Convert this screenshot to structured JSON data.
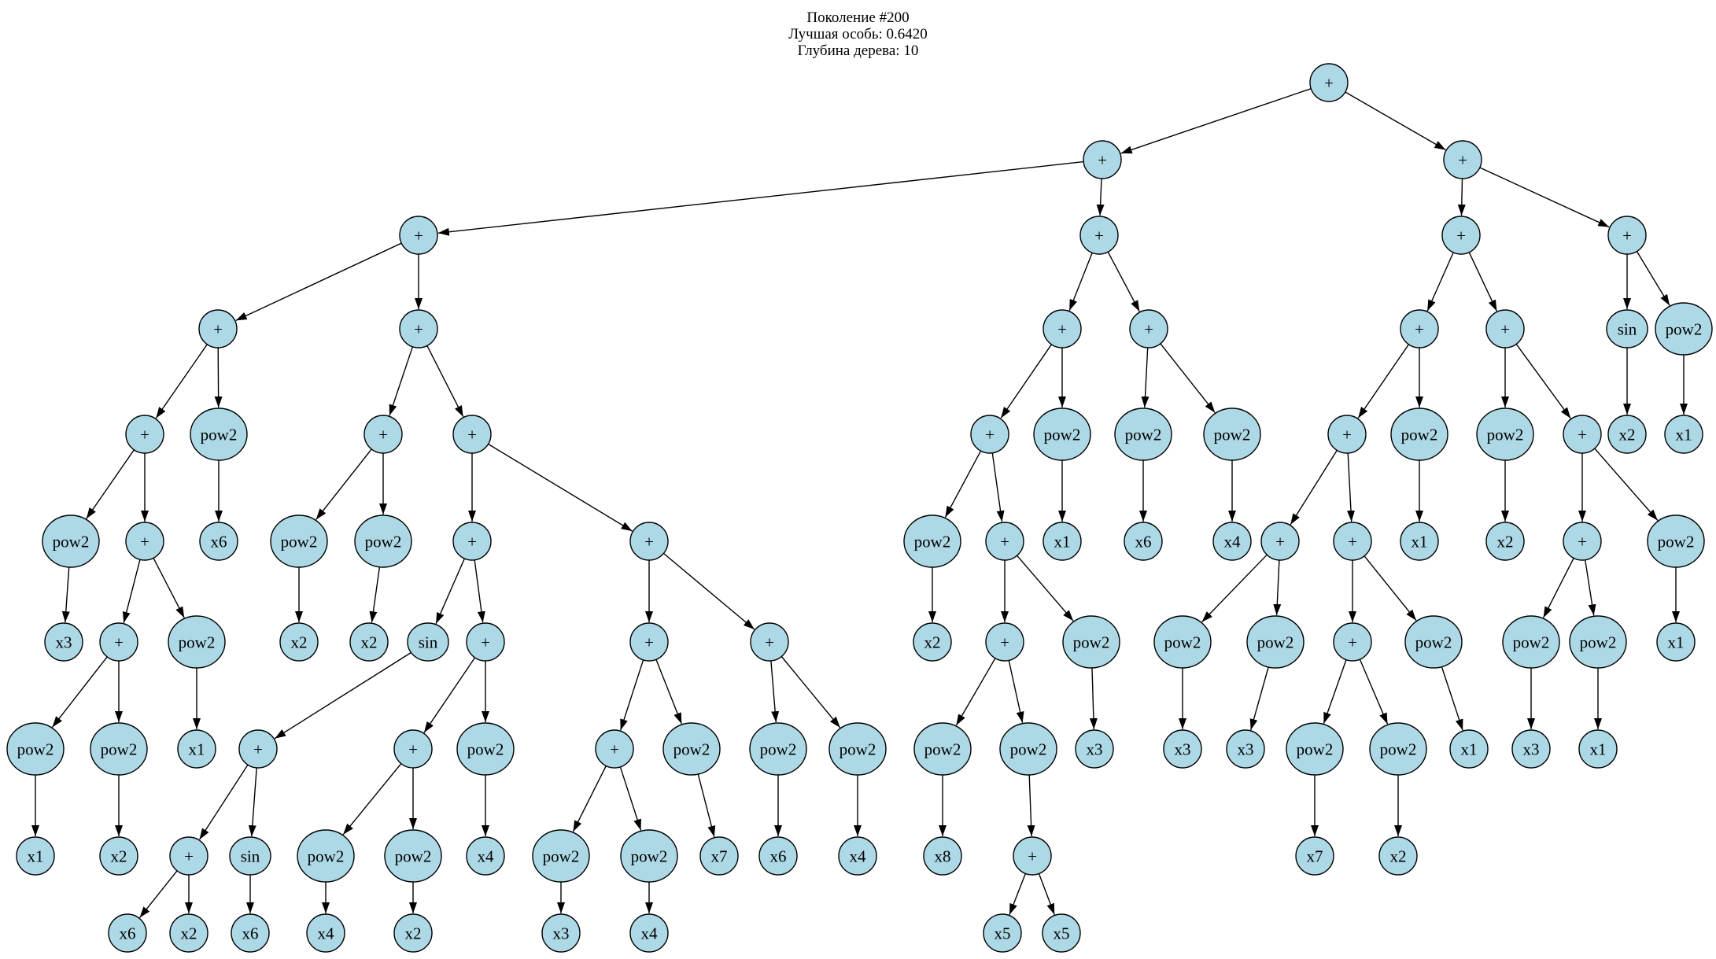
{
  "title": {
    "line1": "Поколение #200",
    "line2": "Лучшая особь: 0.6420",
    "line3": "Глубина дерева: 10"
  },
  "colors": {
    "background": "#ffffff",
    "node_fill": "#add8e6",
    "node_stroke": "#000000",
    "edge": "#000000",
    "text": "#000000"
  },
  "tree": {
    "node_format": [
      "id",
      "label",
      "x",
      "y"
    ],
    "nodes": [
      [
        "n0",
        "+",
        1689,
        105
      ],
      [
        "n1",
        "+",
        1401,
        203
      ],
      [
        "n2",
        "+",
        1859,
        203
      ],
      [
        "n3",
        "+",
        532,
        299
      ],
      [
        "n4",
        "+",
        1397,
        299
      ],
      [
        "n5",
        "+",
        1857,
        299
      ],
      [
        "n6",
        "+",
        2068,
        299
      ],
      [
        "n7",
        "+",
        277,
        418
      ],
      [
        "n8",
        "+",
        532,
        418
      ],
      [
        "n9",
        "+",
        1350,
        418
      ],
      [
        "n10",
        "+",
        1460,
        418
      ],
      [
        "n11",
        "+",
        1804,
        418
      ],
      [
        "n12",
        "+",
        1913,
        418
      ],
      [
        "n13",
        "sin",
        2068,
        418
      ],
      [
        "n14",
        "pow2",
        2140,
        418
      ],
      [
        "n15",
        "+",
        184,
        552
      ],
      [
        "n16",
        "pow2",
        278,
        552
      ],
      [
        "n17",
        "+",
        487,
        552
      ],
      [
        "n18",
        "+",
        600,
        552
      ],
      [
        "n19",
        "+",
        1258,
        552
      ],
      [
        "n20",
        "pow2",
        1350,
        552
      ],
      [
        "n21",
        "pow2",
        1453,
        552
      ],
      [
        "n22",
        "pow2",
        1566,
        552
      ],
      [
        "n23",
        "+",
        1712,
        552
      ],
      [
        "n24",
        "pow2",
        1804,
        552
      ],
      [
        "n25",
        "pow2",
        1913,
        552
      ],
      [
        "n26",
        "+",
        2011,
        552
      ],
      [
        "n27",
        "x2",
        2068,
        552
      ],
      [
        "n28",
        "x1",
        2140,
        552
      ],
      [
        "n29",
        "pow2",
        90,
        688
      ],
      [
        "n30",
        "+",
        184,
        688
      ],
      [
        "n31",
        "x6",
        278,
        688
      ],
      [
        "n32",
        "pow2",
        380,
        688
      ],
      [
        "n33",
        "pow2",
        487,
        688
      ],
      [
        "n34",
        "+",
        600,
        688
      ],
      [
        "n35",
        "+",
        825,
        688
      ],
      [
        "n36",
        "pow2",
        1185,
        688
      ],
      [
        "n37",
        "+",
        1277,
        688
      ],
      [
        "n38",
        "x1",
        1350,
        688
      ],
      [
        "n39",
        "x6",
        1453,
        688
      ],
      [
        "n40",
        "x4",
        1566,
        688
      ],
      [
        "n41",
        "+",
        1627,
        688
      ],
      [
        "n42",
        "+",
        1719,
        688
      ],
      [
        "n43",
        "x1",
        1804,
        688
      ],
      [
        "n44",
        "x2",
        1913,
        688
      ],
      [
        "n45",
        "+",
        2011,
        688
      ],
      [
        "n46",
        "pow2",
        2130,
        688
      ],
      [
        "n47",
        "x3",
        81,
        816
      ],
      [
        "n48",
        "+",
        151,
        816
      ],
      [
        "n49",
        "pow2",
        250,
        816
      ],
      [
        "n50",
        "x2",
        380,
        816
      ],
      [
        "n51",
        "x2",
        469,
        816
      ],
      [
        "n52",
        "sin",
        544,
        816
      ],
      [
        "n53",
        "+",
        617,
        816
      ],
      [
        "n54",
        "+",
        825,
        816
      ],
      [
        "n55",
        "+",
        978,
        816
      ],
      [
        "n56",
        "x2",
        1185,
        816
      ],
      [
        "n57",
        "+",
        1277,
        816
      ],
      [
        "n58",
        "pow2",
        1387,
        816
      ],
      [
        "n59",
        "pow2",
        1503,
        816
      ],
      [
        "n60",
        "pow2",
        1621,
        816
      ],
      [
        "n61",
        "+",
        1719,
        816
      ],
      [
        "n62",
        "pow2",
        1822,
        816
      ],
      [
        "n63",
        "pow2",
        1946,
        816
      ],
      [
        "n64",
        "pow2",
        2031,
        816
      ],
      [
        "n65",
        "x1",
        2130,
        816
      ],
      [
        "n66",
        "pow2",
        45,
        952
      ],
      [
        "n67",
        "pow2",
        151,
        952
      ],
      [
        "n68",
        "x1",
        250,
        952
      ],
      [
        "n69",
        "+",
        328,
        952
      ],
      [
        "n70",
        "+",
        525,
        952
      ],
      [
        "n71",
        "pow2",
        617,
        952
      ],
      [
        "n72",
        "+",
        781,
        952
      ],
      [
        "n73",
        "pow2",
        879,
        952
      ],
      [
        "n74",
        "pow2",
        989,
        952
      ],
      [
        "n75",
        "pow2",
        1090,
        952
      ],
      [
        "n76",
        "pow2",
        1198,
        952
      ],
      [
        "n77",
        "pow2",
        1307,
        952
      ],
      [
        "n78",
        "x3",
        1391,
        952
      ],
      [
        "n79",
        "x3",
        1503,
        952
      ],
      [
        "n80",
        "x3",
        1583,
        952
      ],
      [
        "n81",
        "pow2",
        1671,
        952
      ],
      [
        "n82",
        "pow2",
        1777,
        952
      ],
      [
        "n83",
        "x1",
        1867,
        952
      ],
      [
        "n84",
        "x3",
        1946,
        952
      ],
      [
        "n85",
        "x1",
        2031,
        952
      ],
      [
        "n86",
        "x1",
        45,
        1088
      ],
      [
        "n87",
        "x2",
        151,
        1088
      ],
      [
        "n88",
        "+",
        240,
        1088
      ],
      [
        "n89",
        "sin",
        318,
        1088
      ],
      [
        "n90",
        "pow2",
        414,
        1088
      ],
      [
        "n91",
        "pow2",
        525,
        1088
      ],
      [
        "n92",
        "x4",
        617,
        1088
      ],
      [
        "n93",
        "pow2",
        713,
        1088
      ],
      [
        "n94",
        "pow2",
        825,
        1088
      ],
      [
        "n95",
        "x7",
        914,
        1088
      ],
      [
        "n96",
        "x6",
        989,
        1088
      ],
      [
        "n97",
        "x4",
        1090,
        1088
      ],
      [
        "n98",
        "x8",
        1198,
        1088
      ],
      [
        "n99",
        "+",
        1312,
        1088
      ],
      [
        "n100",
        "x7",
        1671,
        1088
      ],
      [
        "n101",
        "x2",
        1777,
        1088
      ],
      [
        "n102",
        "x6",
        162,
        1186
      ],
      [
        "n103",
        "x2",
        240,
        1186
      ],
      [
        "n104",
        "x6",
        318,
        1186
      ],
      [
        "n105",
        "x4",
        414,
        1186
      ],
      [
        "n106",
        "x2",
        525,
        1186
      ],
      [
        "n107",
        "x3",
        713,
        1186
      ],
      [
        "n108",
        "x4",
        825,
        1186
      ],
      [
        "n109",
        "x5",
        1274,
        1186
      ],
      [
        "n110",
        "x5",
        1349,
        1186
      ]
    ],
    "edges": [
      [
        "n0",
        "n1"
      ],
      [
        "n0",
        "n2"
      ],
      [
        "n1",
        "n3"
      ],
      [
        "n1",
        "n4"
      ],
      [
        "n2",
        "n5"
      ],
      [
        "n2",
        "n6"
      ],
      [
        "n3",
        "n7"
      ],
      [
        "n3",
        "n8"
      ],
      [
        "n4",
        "n9"
      ],
      [
        "n4",
        "n10"
      ],
      [
        "n5",
        "n11"
      ],
      [
        "n5",
        "n12"
      ],
      [
        "n6",
        "n13"
      ],
      [
        "n6",
        "n14"
      ],
      [
        "n7",
        "n15"
      ],
      [
        "n7",
        "n16"
      ],
      [
        "n8",
        "n17"
      ],
      [
        "n8",
        "n18"
      ],
      [
        "n9",
        "n19"
      ],
      [
        "n9",
        "n20"
      ],
      [
        "n10",
        "n21"
      ],
      [
        "n10",
        "n22"
      ],
      [
        "n11",
        "n23"
      ],
      [
        "n11",
        "n24"
      ],
      [
        "n12",
        "n25"
      ],
      [
        "n12",
        "n26"
      ],
      [
        "n13",
        "n27"
      ],
      [
        "n14",
        "n28"
      ],
      [
        "n15",
        "n29"
      ],
      [
        "n15",
        "n30"
      ],
      [
        "n16",
        "n31"
      ],
      [
        "n17",
        "n32"
      ],
      [
        "n17",
        "n33"
      ],
      [
        "n18",
        "n34"
      ],
      [
        "n18",
        "n35"
      ],
      [
        "n19",
        "n36"
      ],
      [
        "n19",
        "n37"
      ],
      [
        "n20",
        "n38"
      ],
      [
        "n21",
        "n39"
      ],
      [
        "n22",
        "n40"
      ],
      [
        "n23",
        "n41"
      ],
      [
        "n23",
        "n42"
      ],
      [
        "n24",
        "n43"
      ],
      [
        "n25",
        "n44"
      ],
      [
        "n26",
        "n45"
      ],
      [
        "n26",
        "n46"
      ],
      [
        "n29",
        "n47"
      ],
      [
        "n30",
        "n48"
      ],
      [
        "n30",
        "n49"
      ],
      [
        "n32",
        "n50"
      ],
      [
        "n33",
        "n51"
      ],
      [
        "n34",
        "n52"
      ],
      [
        "n34",
        "n53"
      ],
      [
        "n35",
        "n54"
      ],
      [
        "n35",
        "n55"
      ],
      [
        "n36",
        "n56"
      ],
      [
        "n37",
        "n57"
      ],
      [
        "n37",
        "n58"
      ],
      [
        "n41",
        "n59"
      ],
      [
        "n41",
        "n60"
      ],
      [
        "n42",
        "n61"
      ],
      [
        "n42",
        "n62"
      ],
      [
        "n45",
        "n63"
      ],
      [
        "n45",
        "n64"
      ],
      [
        "n46",
        "n65"
      ],
      [
        "n48",
        "n66"
      ],
      [
        "n48",
        "n67"
      ],
      [
        "n49",
        "n68"
      ],
      [
        "n52",
        "n69"
      ],
      [
        "n53",
        "n70"
      ],
      [
        "n53",
        "n71"
      ],
      [
        "n54",
        "n72"
      ],
      [
        "n54",
        "n73"
      ],
      [
        "n55",
        "n74"
      ],
      [
        "n55",
        "n75"
      ],
      [
        "n57",
        "n76"
      ],
      [
        "n57",
        "n77"
      ],
      [
        "n58",
        "n78"
      ],
      [
        "n59",
        "n79"
      ],
      [
        "n60",
        "n80"
      ],
      [
        "n61",
        "n81"
      ],
      [
        "n61",
        "n82"
      ],
      [
        "n62",
        "n83"
      ],
      [
        "n63",
        "n84"
      ],
      [
        "n64",
        "n85"
      ],
      [
        "n66",
        "n86"
      ],
      [
        "n67",
        "n87"
      ],
      [
        "n69",
        "n88"
      ],
      [
        "n69",
        "n89"
      ],
      [
        "n70",
        "n90"
      ],
      [
        "n70",
        "n91"
      ],
      [
        "n71",
        "n92"
      ],
      [
        "n72",
        "n93"
      ],
      [
        "n72",
        "n94"
      ],
      [
        "n73",
        "n95"
      ],
      [
        "n74",
        "n96"
      ],
      [
        "n75",
        "n97"
      ],
      [
        "n76",
        "n98"
      ],
      [
        "n77",
        "n99"
      ],
      [
        "n81",
        "n100"
      ],
      [
        "n82",
        "n101"
      ],
      [
        "n88",
        "n102"
      ],
      [
        "n88",
        "n103"
      ],
      [
        "n89",
        "n104"
      ],
      [
        "n90",
        "n105"
      ],
      [
        "n91",
        "n106"
      ],
      [
        "n93",
        "n107"
      ],
      [
        "n94",
        "n108"
      ],
      [
        "n99",
        "n109"
      ],
      [
        "n99",
        "n110"
      ]
    ]
  }
}
